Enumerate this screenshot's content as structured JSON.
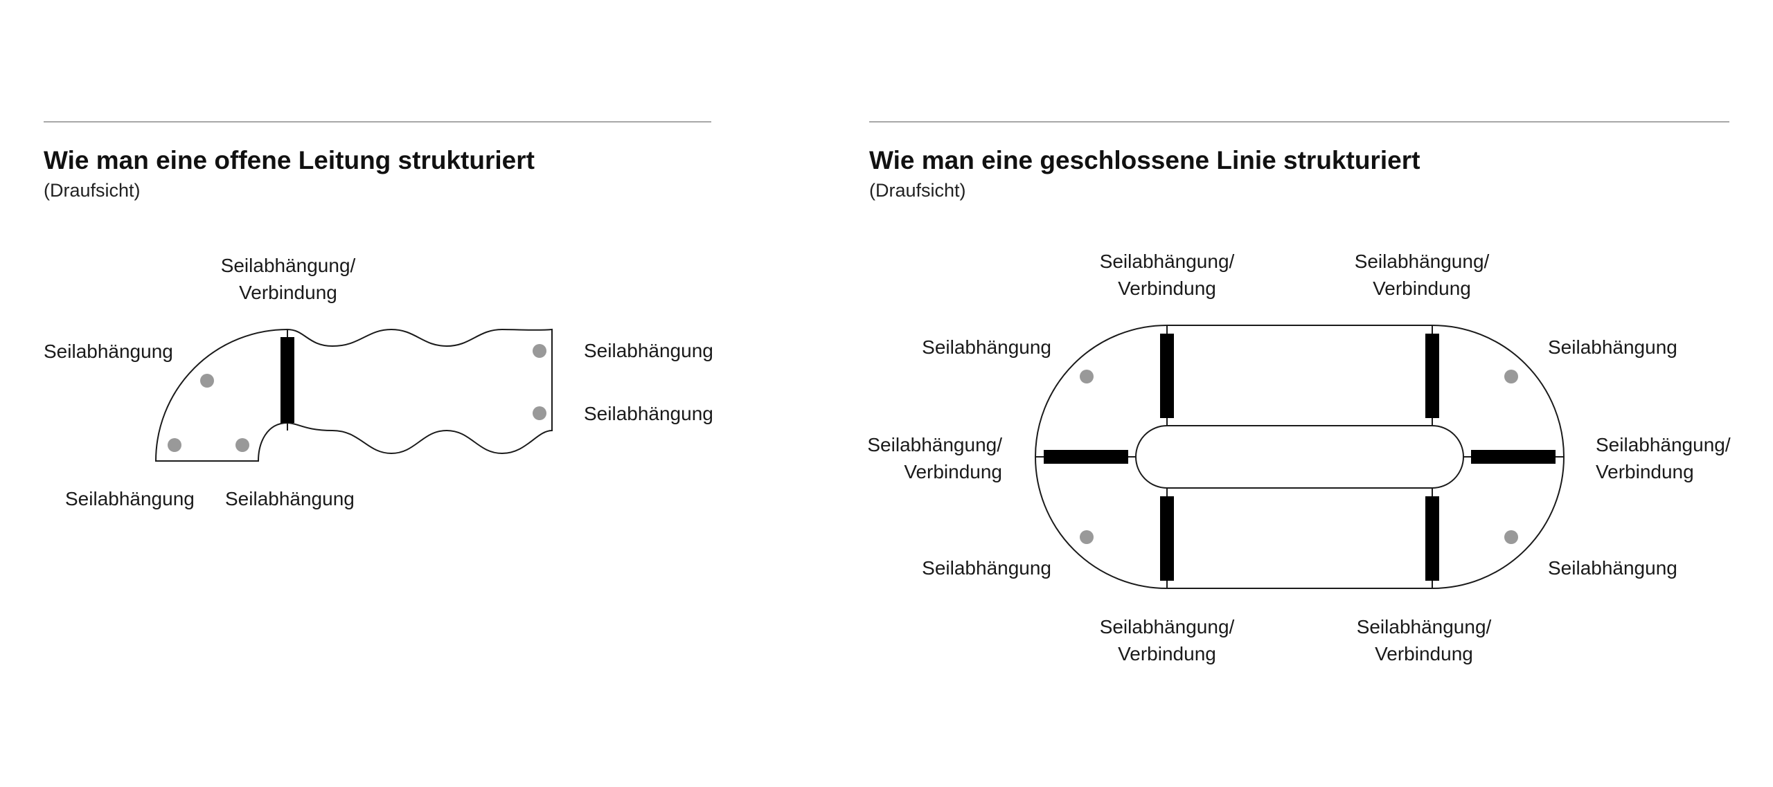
{
  "panels": {
    "open": {
      "title": "Wie man eine offene Leitung strukturiert",
      "subtitle": "(Draufsicht)",
      "labels": {
        "top_line1": "Seilabhängung/",
        "top_line2": "Verbindung",
        "left": "Seilabhängung",
        "right_upper": "Seilabhängung",
        "right_lower": "Seilabhängung",
        "bottom_left": "Seilabhängung",
        "bottom_middle": "Seilabhängung"
      }
    },
    "closed": {
      "title": "Wie man eine geschlossene Linie strukturiert",
      "subtitle": "(Draufsicht)",
      "labels": {
        "top_left_line1": "Seilabhängung/",
        "top_left_line2": "Verbindung",
        "top_right_line1": "Seilabhängung/",
        "top_right_line2": "Verbindung",
        "upper_left": "Seilabhängung",
        "upper_right": "Seilabhängung",
        "mid_left_line1": "Seilabhängung/",
        "mid_left_line2": "Verbindung",
        "mid_right_line1": "Seilabhängung/",
        "mid_right_line2": "Verbindung",
        "lower_left": "Seilabhängung",
        "lower_right": "Seilabhängung",
        "bottom_left_line1": "Seilabhängung/",
        "bottom_left_line2": "Verbindung",
        "bottom_right_line1": "Seilabhängung/",
        "bottom_right_line2": "Verbindung"
      }
    }
  },
  "colors": {
    "outline": "#1a1a1a",
    "connector": "#000000",
    "suspension_dot": "#999999",
    "rule": "#a8a8a8"
  }
}
